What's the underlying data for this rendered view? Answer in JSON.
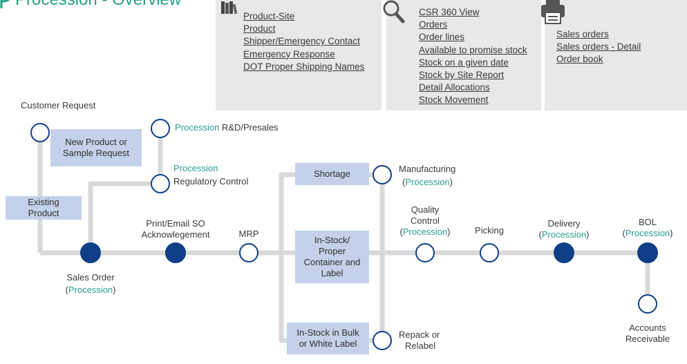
{
  "header": {
    "title_brand": "Procession",
    "title_rest": " - Overview"
  },
  "panels": {
    "product": {
      "icon": "books-icon",
      "links": [
        "Product-Site",
        "Product",
        "Shipper/Emergency Contact",
        "Emergency Response",
        "DOT Proper Shipping Names"
      ]
    },
    "inquiry": {
      "icon": "magnifier-icon",
      "links": [
        "CSR 360 View",
        "Orders",
        "Order lines",
        "Available to promise stock",
        "Stock on a given date",
        "Stock by Site Report",
        "Detail Allocations",
        "Stock Movement"
      ]
    },
    "reports": {
      "icon": "printer-icon",
      "links": [
        "Sales orders",
        "Sales orders - Detail",
        "Order book"
      ]
    }
  },
  "flow": {
    "customer_request": "Customer Request",
    "new_product_l1": "New Product or",
    "new_product_l2": "Sample Request",
    "rnd_brand": "Procession",
    "rnd_rest": " R&D/Presales",
    "reg_brand": "Procession",
    "reg_rest": "Regulatory Control",
    "existing_l1": "Existing",
    "existing_l2": "Product",
    "sales_order": "Sales Order",
    "sales_order_brand": "Procession",
    "print_l1": "Print/Email SO",
    "print_l2": "Acknowlegement",
    "mrp": "MRP",
    "shortage": "Shortage",
    "manufacturing": "Manufacturing",
    "manufacturing_brand": "Procession",
    "instock_l1": "In-Stock/",
    "instock_l2": "Proper",
    "instock_l3": "Container and",
    "instock_l4": "Label",
    "bulk_l1": "In-Stock in Bulk",
    "bulk_l2": "or White Label",
    "repack_l1": "Repack or",
    "repack_l2": "Relabel",
    "qc_l1": "Quality",
    "qc_l2": "Control",
    "qc_brand": "Procession",
    "picking": "Picking",
    "delivery": "Delivery",
    "delivery_brand": "Procession",
    "bol": "BOL",
    "bol_brand": "Procession",
    "ar_l1": "Accounts",
    "ar_l2": "Receivable"
  },
  "colors": {
    "brand": "#2a9d8f",
    "node": "#0e3f86",
    "connector": "#d9d9d9",
    "box": "#c5d1ea",
    "panel": "#e8e8e8"
  }
}
